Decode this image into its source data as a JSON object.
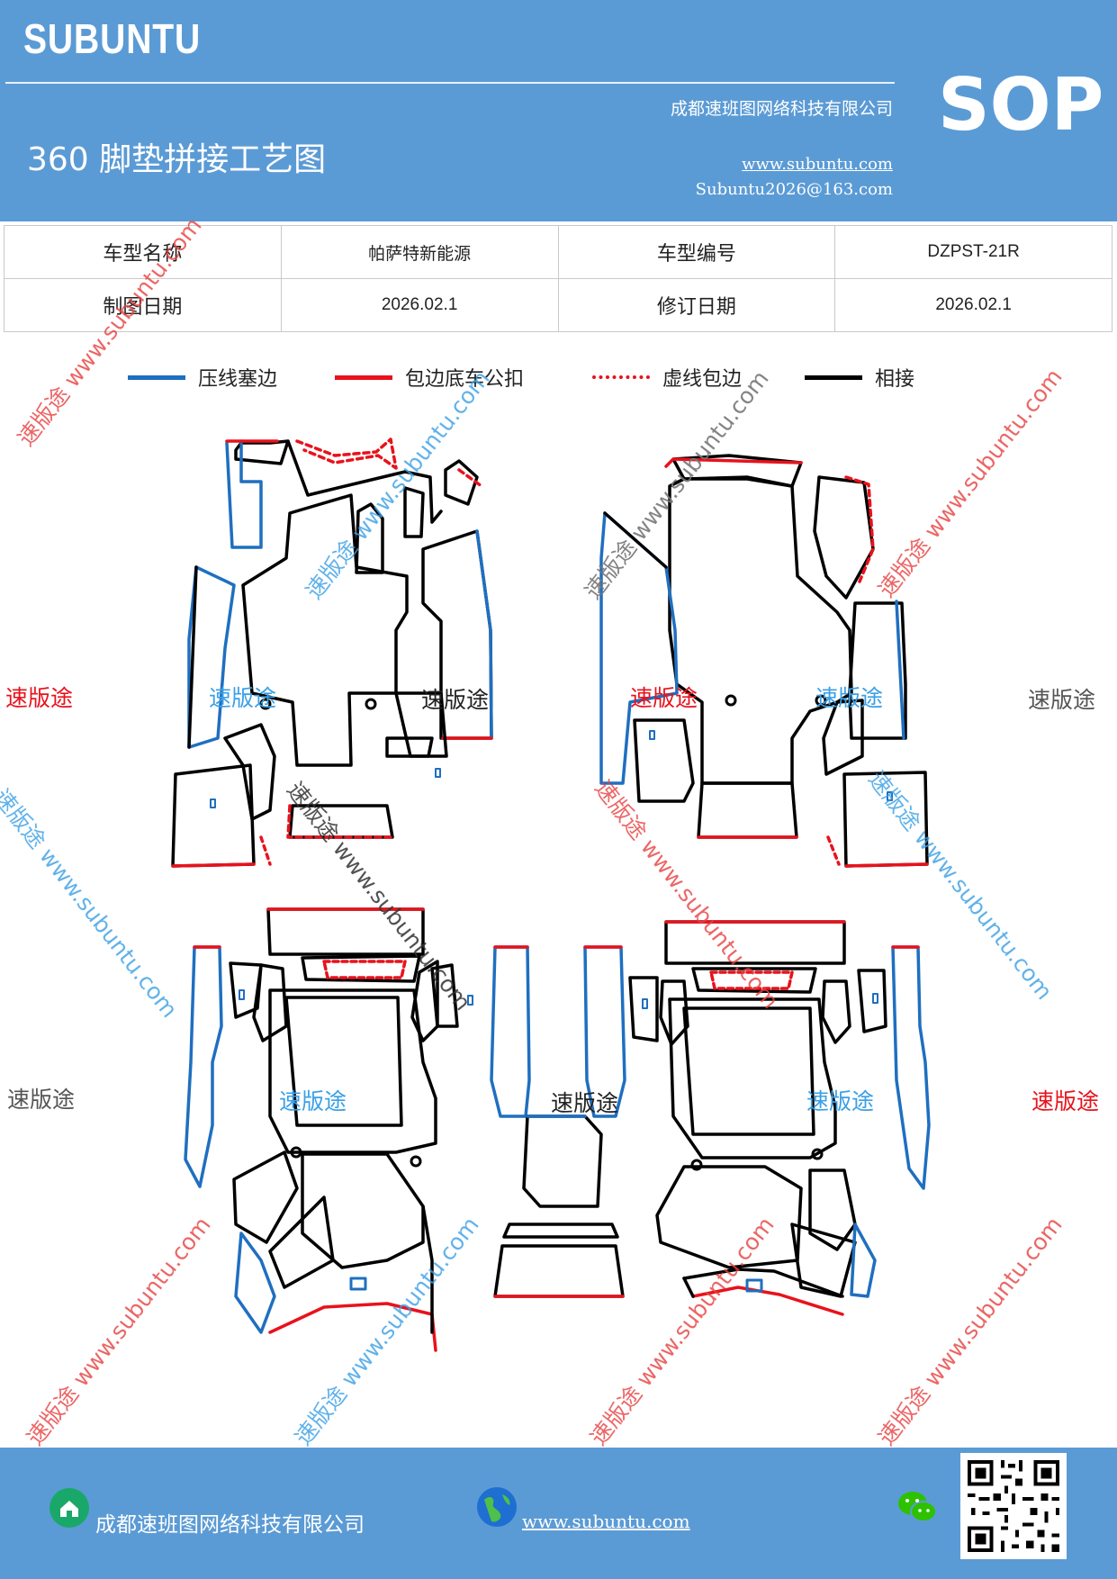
{
  "header": {
    "brand": "SUBUNTU",
    "badge": "SOP",
    "title": "360 脚垫拼接工艺图",
    "company": "成都速班图网络科技有限公司",
    "website": "www.subuntu.com",
    "email": "Subuntu2026@163.com"
  },
  "info_table": {
    "row1": [
      "车型名称",
      "帕萨特新能源",
      "车型编号",
      "DZPST-21R"
    ],
    "row2": [
      "制图日期",
      "2026.02.1",
      "修订日期",
      "2026.02.1"
    ]
  },
  "legend": [
    {
      "label": "压线塞边",
      "color": "#1f6fc0",
      "style": "solid"
    },
    {
      "label": "包边底车公扣",
      "color": "#e8121c",
      "style": "solid"
    },
    {
      "label": "虚线包边",
      "color": "#e8121c",
      "style": "dotted"
    },
    {
      "label": "相接",
      "color": "#000000",
      "style": "solid"
    }
  ],
  "watermarks": {
    "brand_cn": "速版途",
    "url": "www.subuntu.com",
    "diag_text": "速版途 www.subuntu.com"
  },
  "footer": {
    "company": "成都速班图网络科技有限公司",
    "website": "www.subuntu.com",
    "icons": [
      "home-icon",
      "globe-icon",
      "wechat-icon",
      "qr-code"
    ]
  }
}
